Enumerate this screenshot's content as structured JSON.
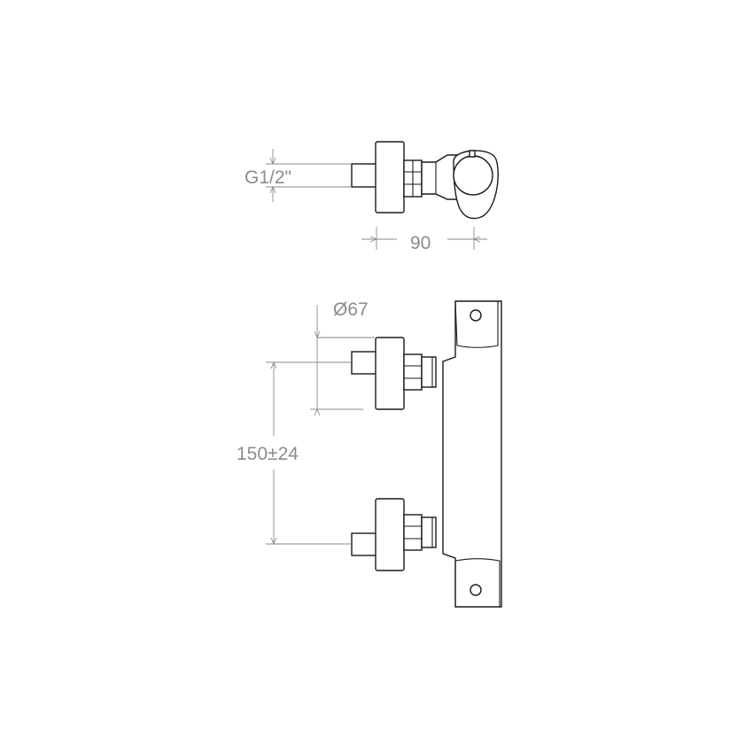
{
  "dimensions": {
    "thread_size": "G1/2\"",
    "depth": "90",
    "escutcheon_diameter": "Ø67",
    "center_distance": "150±24"
  }
}
